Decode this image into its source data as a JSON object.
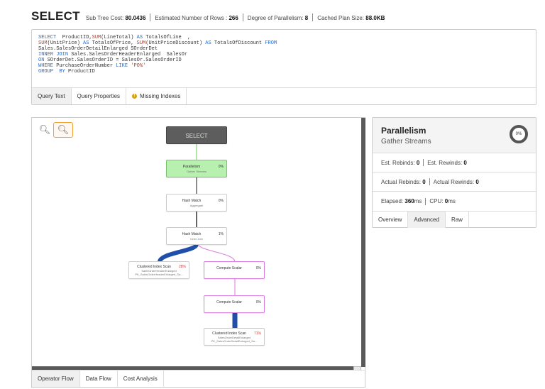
{
  "header": {
    "title": "SELECT",
    "sub_tree_cost_label": "Sub Tree Cost:",
    "sub_tree_cost": "80.0436",
    "est_rows_label": "Estimated Number of Rows :",
    "est_rows": "266",
    "dop_label": "Degree of Parallelism:",
    "dop": "8",
    "cached_plan_label": "Cached Plan Size:",
    "cached_plan": "88.0KB"
  },
  "query": {
    "lines": [
      "SELECT  ProductID,SUM(LineTotal) AS TotalsOfLine  ,",
      "SUM(UnitPrice) AS TotalsOfPrice, SUM(UnitPriceDiscount) AS TotalsOfDiscount FROM",
      "Sales.SalesOrderDetailEnlarged SOrderDet",
      "INNER JOIN Sales.SalesOrderHeaderEnlarged  SalesOr",
      "ON SOrderDet.SalesOrderID = SalesOr.SalesOrderID",
      "WHERE PurchaseOrderNumber LIKE 'PO%'",
      "GROUP  BY ProductID"
    ],
    "tabs": [
      "Query Text",
      "Query Properties",
      "Missing Indexes"
    ]
  },
  "flow": {
    "zoom_out_icon": "zoom-out-icon",
    "zoom_in_icon": "zoom-in-icon",
    "tabs": [
      "Operator Flow",
      "Data Flow",
      "Cost Analysis"
    ],
    "nodes": {
      "select": {
        "title": "SELECT"
      },
      "parallelism": {
        "title": "Parallelism",
        "pct": "0%",
        "sub": "Gather Streams"
      },
      "hash1": {
        "title": "Hash Match",
        "pct": "0%",
        "sub": "Aggregate"
      },
      "hash2": {
        "title": "Hash Match",
        "pct": "1%",
        "sub": "Inner Join"
      },
      "cis1": {
        "title": "Clustered Index Scan",
        "pct": "28%",
        "sub1": "SalesOrderHeaderEnlarged",
        "sub2": "PK_SalesOrderHeaderEnlarged_Sa..."
      },
      "cs1": {
        "title": "Compute Scalar",
        "pct": "0%"
      },
      "cs2": {
        "title": "Compute Scalar",
        "pct": "0%"
      },
      "cis2": {
        "title": "Clustered Index Scan",
        "pct": "71%",
        "sub1": "SalesOrderDetailEnlarged",
        "sub2": "PK_SalesOrderDetailEnlarged_Sa..."
      }
    }
  },
  "detail": {
    "title": "Parallelism",
    "subtitle": "Gather Streams",
    "ring_pct": "0%",
    "est_rebinds_label": "Est. Rebinds:",
    "est_rebinds": "0",
    "est_rewinds_label": "Est. Rewinds:",
    "est_rewinds": "0",
    "act_rebinds_label": "Actual Rebinds:",
    "act_rebinds": "0",
    "act_rewinds_label": "Actual Rewinds:",
    "act_rewinds": "0",
    "elapsed_label": "Elapsed:",
    "elapsed": "360",
    "elapsed_unit": "ms",
    "cpu_label": "CPU:",
    "cpu": "0",
    "cpu_unit": "ms",
    "tabs": [
      "Overview",
      "Advanced",
      "Raw"
    ]
  },
  "colors": {
    "accent_orange": "#f0a030",
    "green_node": "#b8f0b0",
    "pink_link": "#d97ee0",
    "blue_link": "#1f4fa8"
  }
}
